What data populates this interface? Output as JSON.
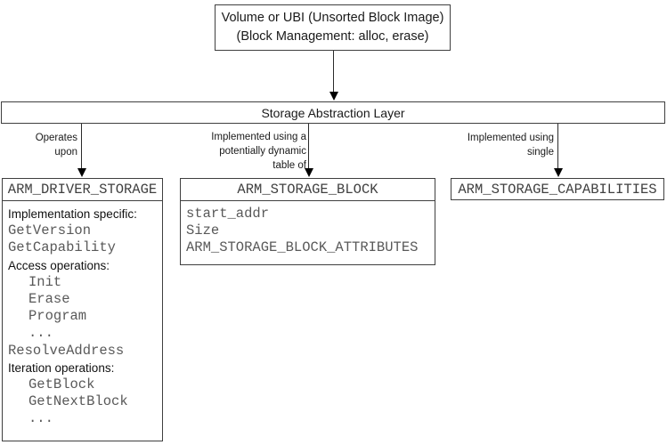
{
  "diagram": {
    "top_box": {
      "line1": "Volume or UBI (Unsorted Block Image)",
      "line2": "(Block Management: alloc, erase)"
    },
    "sal_bar": {
      "label": "Storage Abstraction Layer"
    },
    "edges": {
      "operates": {
        "line1": "Operates",
        "line2": "upon"
      },
      "table_of": {
        "line1": "Implemented using a",
        "line2": "potentially dynamic",
        "line3": "table of"
      },
      "single": {
        "line1": "Implemented using",
        "line2": "single"
      }
    },
    "driver_box": {
      "title": "ARM_DRIVER_STORAGE",
      "lines": [
        {
          "text": "Implementation specific:"
        },
        {
          "text": "GetVersion"
        },
        {
          "text": "GetCapability"
        },
        {
          "text": "Access operations:"
        },
        {
          "text": "Init"
        },
        {
          "text": "Erase"
        },
        {
          "text": "Program"
        },
        {
          "text": "..."
        },
        {
          "text": "ResolveAddress"
        },
        {
          "text": "Iteration operations:"
        },
        {
          "text": "GetBlock"
        },
        {
          "text": "GetNextBlock"
        },
        {
          "text": "..."
        }
      ]
    },
    "block_box": {
      "title": "ARM_STORAGE_BLOCK",
      "fields": [
        "start_addr",
        "Size",
        "ARM_STORAGE_BLOCK_ATTRIBUTES"
      ]
    },
    "capabilities_box": {
      "title": "ARM_STORAGE_CAPABILITIES"
    },
    "colors": {
      "border": "#3f3f3f",
      "code_text": "#595959",
      "label_text": "#1a1a1a",
      "arrow": "#000000"
    }
  }
}
